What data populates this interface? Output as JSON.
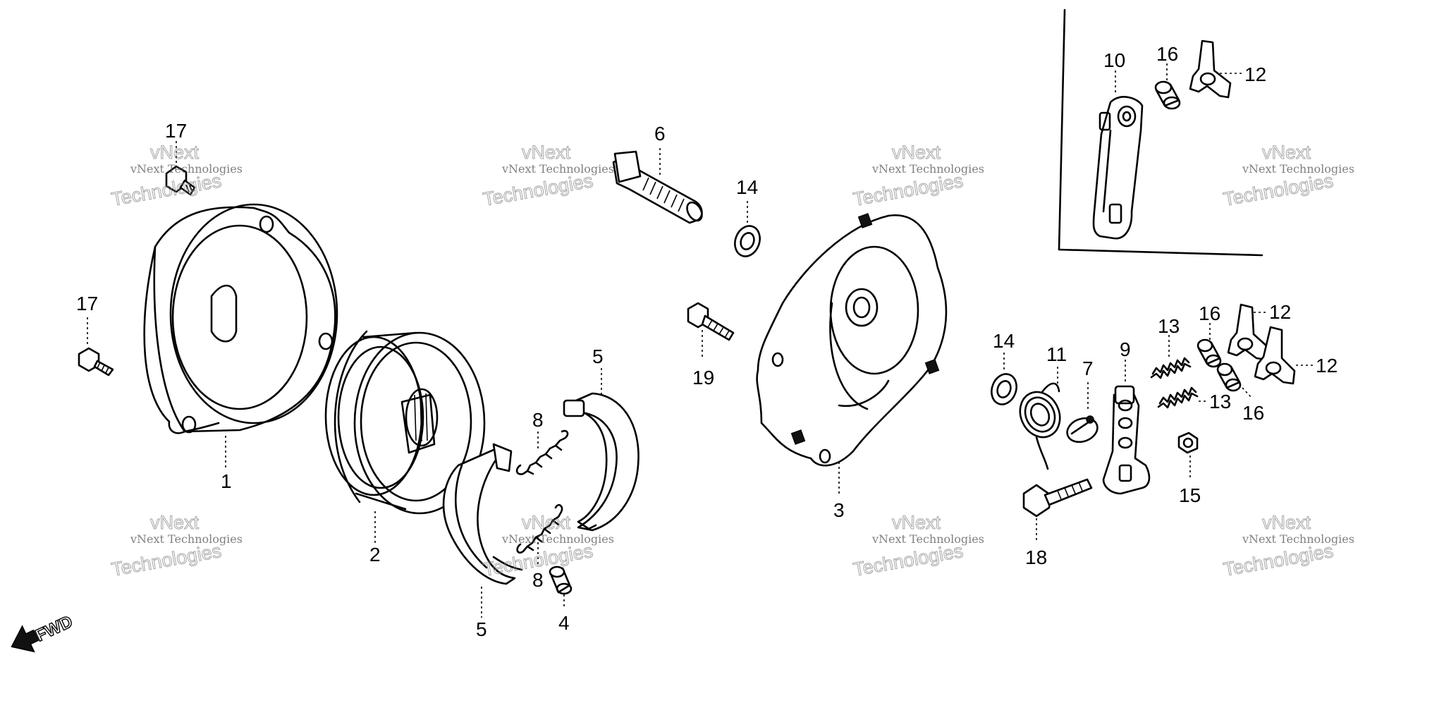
{
  "diagram": {
    "fwd_label": "FWD",
    "watermark": {
      "line1": "vNext Technologies",
      "line2": "vNext",
      "line3": "Technologies"
    },
    "callouts": {
      "p1": "1",
      "p2": "2",
      "p3": "3",
      "p4": "4",
      "p5a": "5",
      "p5b": "5",
      "p6": "6",
      "p7": "7",
      "p8a": "8",
      "p8b": "8",
      "p9": "9",
      "p10": "10",
      "p11": "11",
      "p12a": "12",
      "p12b": "12",
      "p12c": "12",
      "p13a": "13",
      "p13b": "13",
      "p14a": "14",
      "p14b": "14",
      "p15": "15",
      "p16a": "16",
      "p16b": "16",
      "p16c": "16",
      "p17a": "17",
      "p17b": "17",
      "p18": "18",
      "p19": "19"
    }
  }
}
